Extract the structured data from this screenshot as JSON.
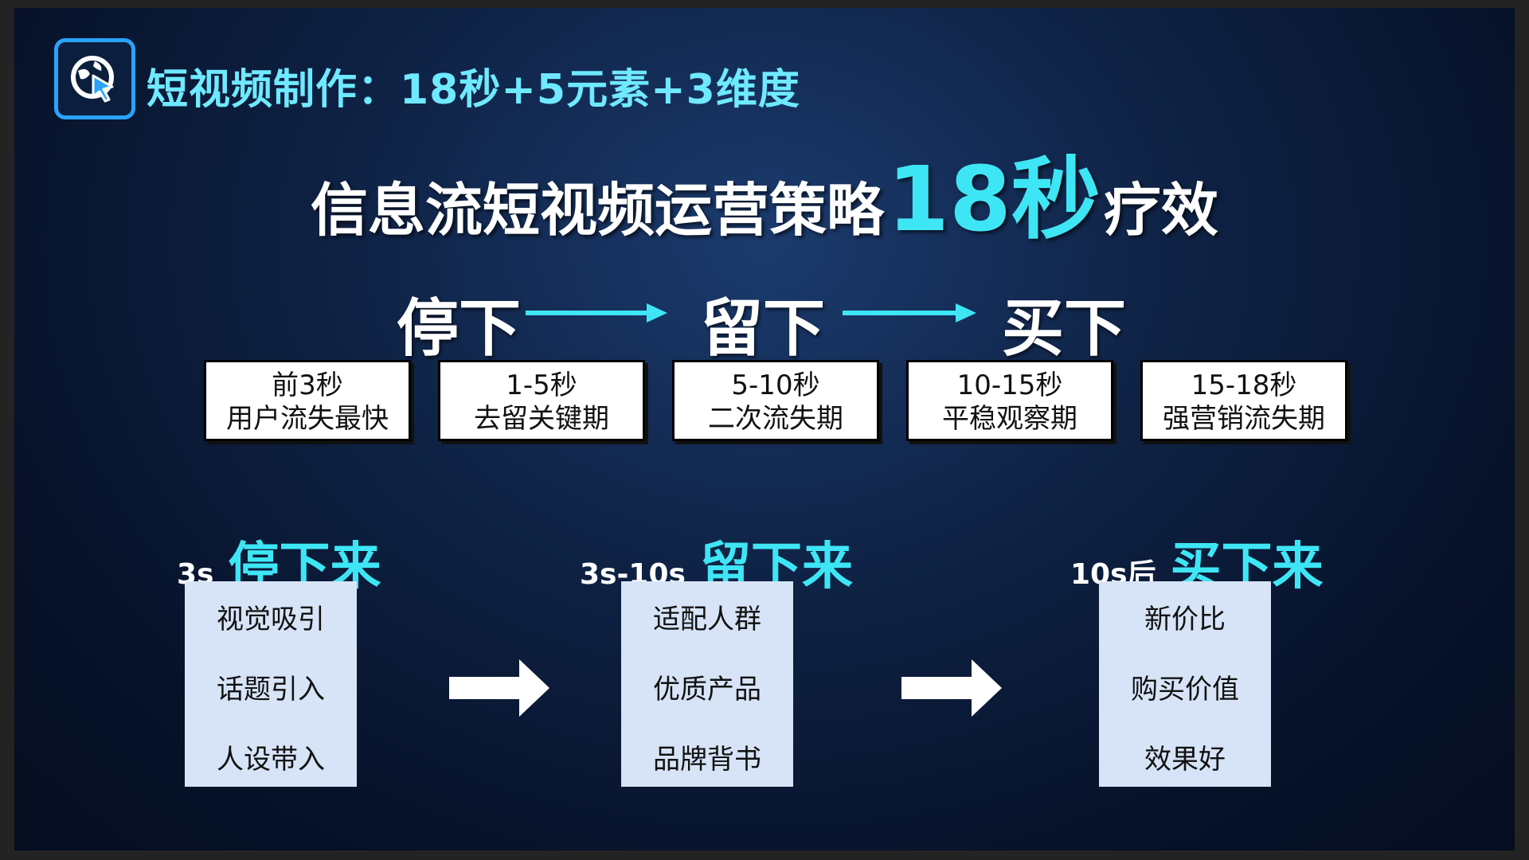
{
  "header": {
    "title": "短视频制作：18秒+5元素+3维度",
    "logo_icon": "globe-cursor-icon"
  },
  "main_title": {
    "before": "信息流短视频运营策略",
    "highlight": "18秒",
    "after": "疗效"
  },
  "flow": {
    "steps": [
      "停下",
      "留下",
      "买下"
    ]
  },
  "stages": [
    {
      "line1": "前3秒",
      "line2": "用户流失最快"
    },
    {
      "line1": "1-5秒",
      "line2": "去留关键期"
    },
    {
      "line1": "5-10秒",
      "line2": "二次流失期"
    },
    {
      "line1": "10-15秒",
      "line2": "平稳观察期"
    },
    {
      "line1": "15-18秒",
      "line2": "强营销流失期"
    }
  ],
  "phases": [
    {
      "time": "3s",
      "name": "停下来",
      "items": [
        "视觉吸引",
        "话题引入",
        "人设带入"
      ]
    },
    {
      "time": "3s-10s",
      "name": "留下来",
      "items": [
        "适配人群",
        "优质产品",
        "品牌背书"
      ]
    },
    {
      "time": "10s后",
      "name": "买下来",
      "items": [
        "新价比",
        "购买价值",
        "效果好"
      ]
    }
  ],
  "colors": {
    "accent_cyan": "#3ee6f5",
    "header_cyan": "#6fe9ff",
    "logo_blue": "#2aa3ff",
    "card_bg": "#d7e4f7"
  }
}
